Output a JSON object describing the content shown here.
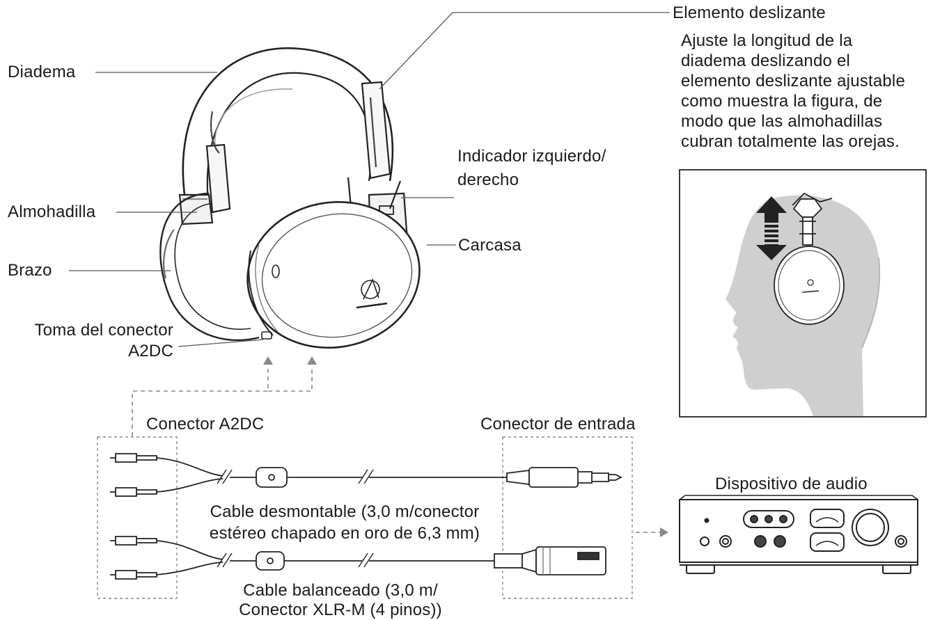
{
  "labels": {
    "headband": "Diadema",
    "slider": "Elemento deslizante",
    "slider_desc": "Ajuste la longitud de la\ndiadema deslizando el\nelemento deslizante ajustable\ncomo muestra la figura, de\nmodo que las almohadillas\ncubran totalmente las orejas.",
    "lr_indicator": "Indicador izquierdo/\nderecho",
    "earpad": "Almohadilla",
    "housing": "Carcasa",
    "arm": "Brazo",
    "a2dc_jack": "Toma del conector\nA2DC",
    "a2dc_connector": "Conector A2DC",
    "input_connector": "Conector de entrada",
    "cable_detachable": "Cable desmontable (3,0 m/conector\nestéreo chapado en oro de 6,3 mm)",
    "cable_balanced": "Cable balanceado (3,0 m/\nConector XLR-M (4 pinos))",
    "audio_device": "Dispositivo de audio"
  },
  "icons": [
    "headphones",
    "head-profile",
    "adjust-arrow",
    "a2dc-plug",
    "phone-plug-6.3mm",
    "xlr-m-plug",
    "audio-device"
  ]
}
